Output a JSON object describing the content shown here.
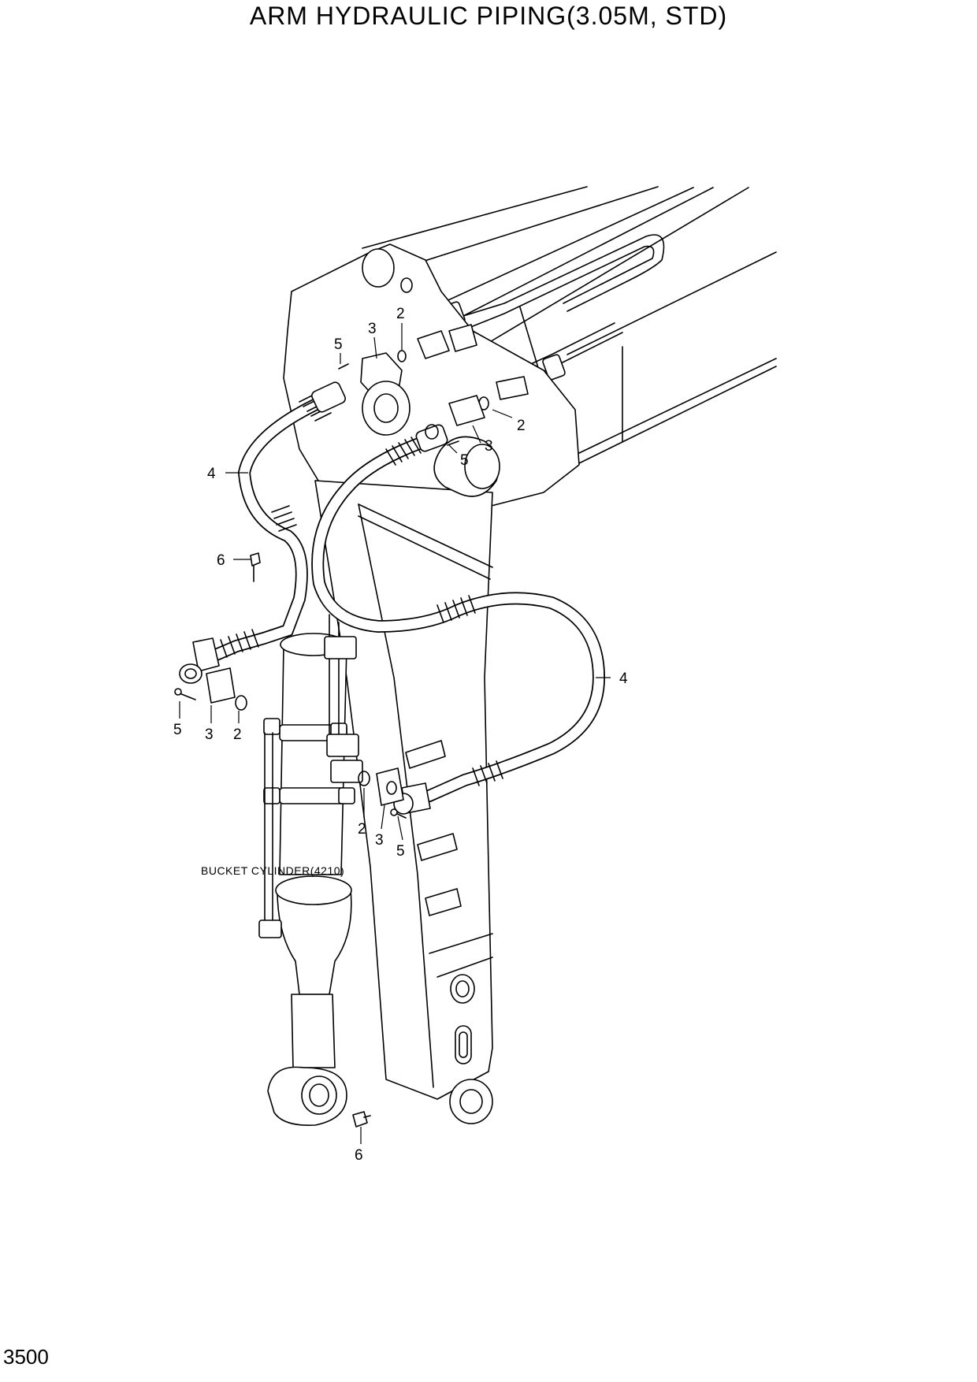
{
  "title": "ARM HYDRAULIC PIPING(3.05M, STD)",
  "page_number": "3500",
  "note": "BUCKET CYLINDER(4210)",
  "callouts": [
    {
      "label": "2"
    },
    {
      "label": "3"
    },
    {
      "label": "5"
    },
    {
      "label": "2"
    },
    {
      "label": "3"
    },
    {
      "label": "5"
    },
    {
      "label": "4"
    },
    {
      "label": "6"
    },
    {
      "label": "4"
    },
    {
      "label": "5"
    },
    {
      "label": "3"
    },
    {
      "label": "2"
    },
    {
      "label": "2"
    },
    {
      "label": "3"
    },
    {
      "label": "5"
    },
    {
      "label": "6"
    }
  ]
}
